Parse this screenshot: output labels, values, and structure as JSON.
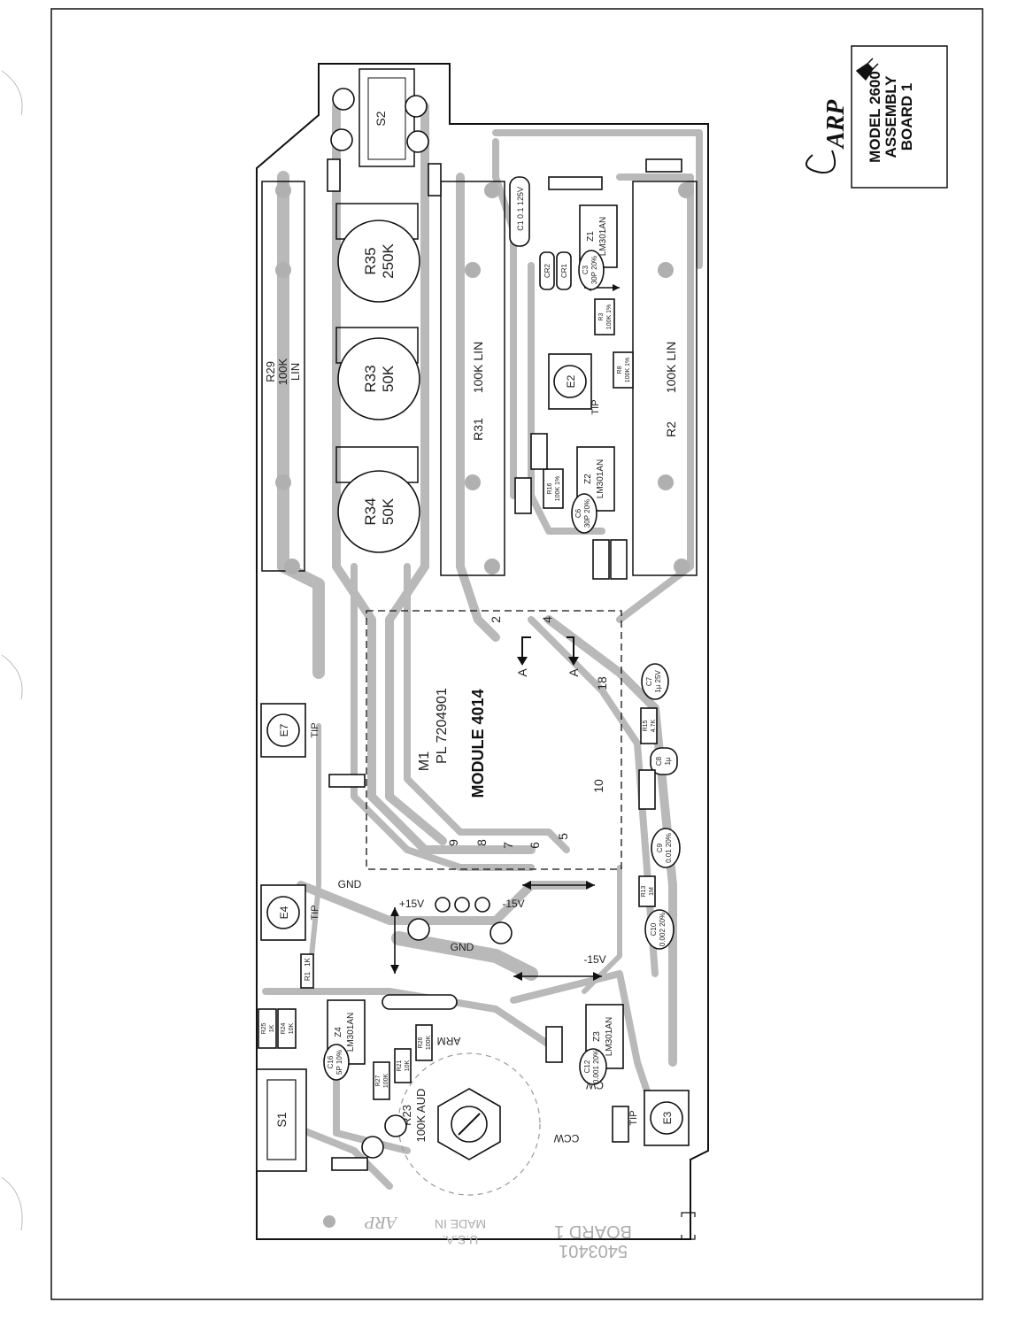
{
  "title_block": {
    "logo_text": "ARP",
    "lines": [
      "MODEL 2600",
      "ASSEMBLY",
      "BOARD 1"
    ]
  },
  "module": {
    "name": "MODULE 4014",
    "id_line1": "M1",
    "id_line2": "PL 7204901",
    "pins": [
      "2",
      "4",
      "18",
      "10",
      "9",
      "8",
      "7",
      "6",
      "5"
    ],
    "arrow_labels": [
      "A",
      "A"
    ]
  },
  "pots": [
    {
      "ref": "R35",
      "value": "250K"
    },
    {
      "ref": "R33",
      "value": "50K"
    },
    {
      "ref": "R34",
      "value": "50K"
    }
  ],
  "sliders": [
    {
      "ref": "R29",
      "value": "100K",
      "taper": "LIN"
    },
    {
      "ref": "R31",
      "value": "100K LIN"
    },
    {
      "ref": "R2",
      "value": "100K LIN"
    }
  ],
  "chips": [
    {
      "ref": "Z1",
      "part": "LM301AN"
    },
    {
      "ref": "Z2",
      "part": "LM301AN"
    },
    {
      "ref": "Z3",
      "part": "LM301AN"
    },
    {
      "ref": "Z4",
      "part": "LM301AN"
    }
  ],
  "jacks": [
    "E7",
    "E4",
    "E3",
    "E2"
  ],
  "switches": [
    "S1",
    "S2"
  ],
  "attenuator": {
    "ref": "R23",
    "value": "100K AUD"
  },
  "labels": {
    "gnd1": "GND",
    "gnd2": "GND",
    "minus15_1": "-15V",
    "minus15_2": "-15V",
    "plus15": "+15V",
    "tip1": "TIP",
    "tip2": "TIP",
    "tip3": "TIP",
    "tip4": "TIP",
    "cw": "CW",
    "ccw": "CCW",
    "arm": "ARM"
  },
  "board_marking": {
    "line1": "BOARD 1",
    "line2": "5403401",
    "made_in_1": "MADE IN",
    "made_in_2": "U.S.A.",
    "logo": "ARP"
  },
  "small_parts": [
    {
      "ref": "C1",
      "value": "0.1 125V"
    },
    {
      "ref": "C3",
      "value": "30P 20%"
    },
    {
      "ref": "C6",
      "value": "30P 20%"
    },
    {
      "ref": "C7",
      "value": "1µ 25V"
    },
    {
      "ref": "C8",
      "value": "1µ"
    },
    {
      "ref": "C9",
      "value": "0.01 20%"
    },
    {
      "ref": "C10",
      "value": "0.002 20%"
    },
    {
      "ref": "C12",
      "value": "0.001 20%"
    },
    {
      "ref": "C16",
      "value": "5P 10%"
    },
    {
      "ref": "CR1",
      "value": ""
    },
    {
      "ref": "CR2",
      "value": ""
    },
    {
      "ref": "R1",
      "value": "1K"
    },
    {
      "ref": "R3",
      "value": "100K 1%"
    },
    {
      "ref": "R8",
      "value": "100K 1%"
    },
    {
      "ref": "R16",
      "value": "100K 1%"
    },
    {
      "ref": "R21",
      "value": "10K"
    },
    {
      "ref": "R24",
      "value": "10K"
    },
    {
      "ref": "R25",
      "value": "1K"
    },
    {
      "ref": "R26",
      "value": "100K"
    },
    {
      "ref": "R27",
      "value": "100K"
    },
    {
      "ref": "R13",
      "value": "1M"
    },
    {
      "ref": "R15",
      "value": "4.7K"
    }
  ]
}
